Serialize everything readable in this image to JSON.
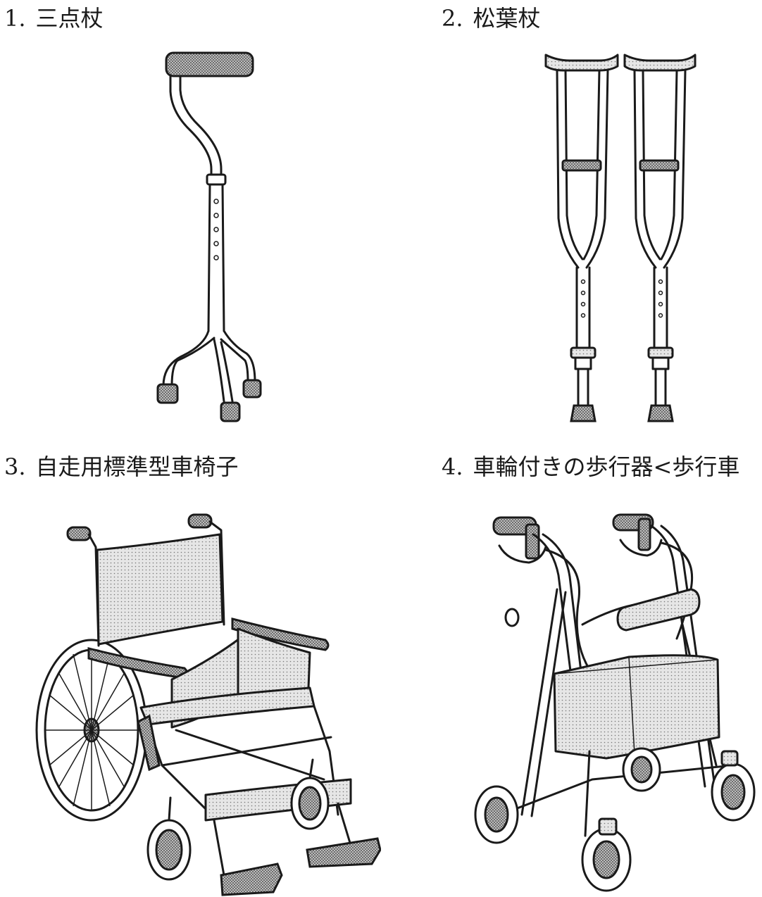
{
  "items": [
    {
      "number": "1.",
      "name": "三点杖",
      "icon": "tripod-cane-icon"
    },
    {
      "number": "2.",
      "name": "松葉杖",
      "icon": "crutches-icon"
    },
    {
      "number": "3.",
      "name": "自走用標準型車椅子",
      "icon": "wheelchair-icon"
    },
    {
      "number": "4.",
      "name": "車輪付きの歩行器<歩行車",
      "icon": "rollator-icon"
    }
  ],
  "colors": {
    "ink": "#1a1a1a",
    "paper": "#ffffff",
    "shade": "#9a9a9a"
  }
}
